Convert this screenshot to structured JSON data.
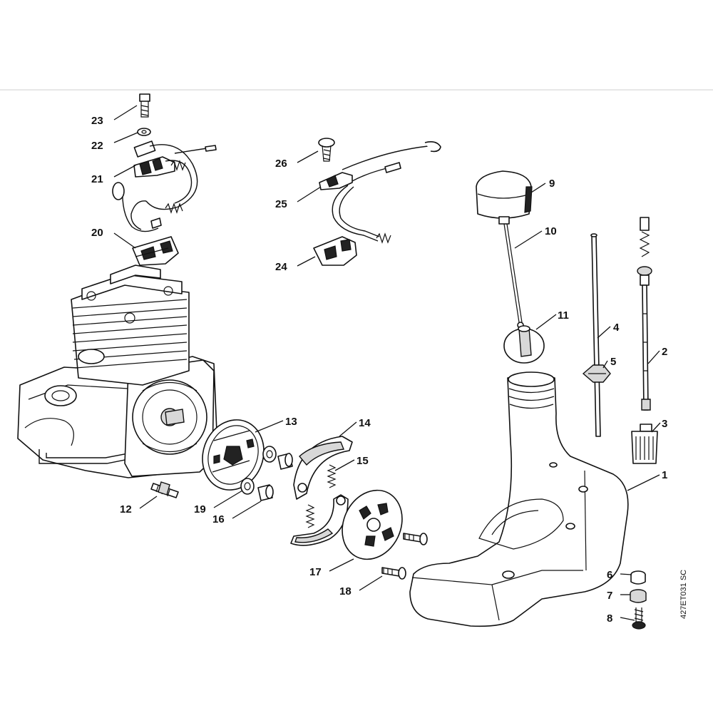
{
  "drawing_code": "427ET031 SC",
  "callouts": [
    "1",
    "2",
    "3",
    "4",
    "5",
    "6",
    "7",
    "8",
    "9",
    "10",
    "11",
    "12",
    "13",
    "14",
    "15",
    "16",
    "17",
    "18",
    "19",
    "20",
    "21",
    "22",
    "23",
    "24",
    "25",
    "26"
  ]
}
